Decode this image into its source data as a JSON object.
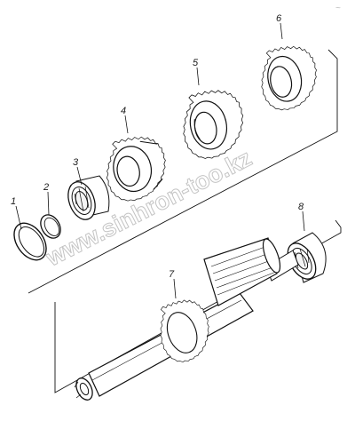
{
  "callouts": {
    "p1": "1",
    "p2": "2",
    "p3": "3",
    "p4": "4",
    "p5": "5",
    "p6": "6",
    "p7": "7",
    "p8": "8"
  },
  "watermark": "www.sinhron-too.kz",
  "corner_mark": "~"
}
